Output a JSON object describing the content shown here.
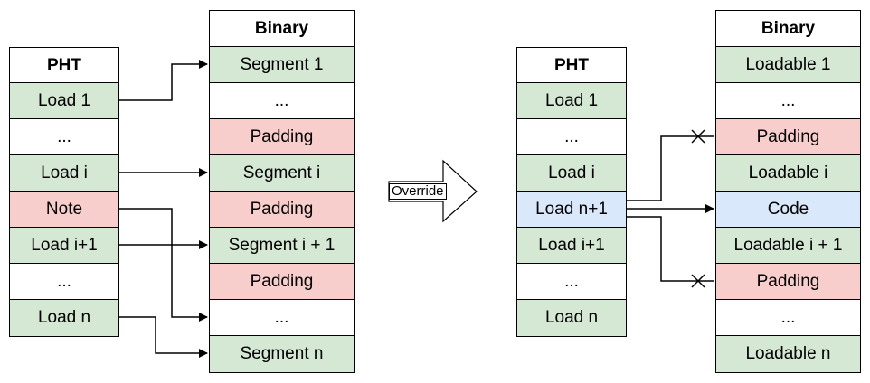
{
  "colors": {
    "green": "#d5e8d4",
    "red": "#f8cecc",
    "blue": "#dae8fc",
    "white": "#ffffff"
  },
  "left": {
    "pht": {
      "header": "PHT",
      "rows": [
        {
          "label": "Load 1",
          "color": "green"
        },
        {
          "label": "...",
          "color": "white"
        },
        {
          "label": "Load i",
          "color": "green"
        },
        {
          "label": "Note",
          "color": "red"
        },
        {
          "label": "Load i+1",
          "color": "green"
        },
        {
          "label": "...",
          "color": "white"
        },
        {
          "label": "Load n",
          "color": "green"
        }
      ]
    },
    "binary": {
      "header": "Binary",
      "rows": [
        {
          "label": "Segment 1",
          "color": "green"
        },
        {
          "label": "...",
          "color": "white"
        },
        {
          "label": "Padding",
          "color": "red"
        },
        {
          "label": "Segment i",
          "color": "green"
        },
        {
          "label": "Padding",
          "color": "red"
        },
        {
          "label": "Segment i + 1",
          "color": "green"
        },
        {
          "label": "Padding",
          "color": "red"
        },
        {
          "label": "...",
          "color": "white"
        },
        {
          "label": "Segment n",
          "color": "green"
        }
      ]
    }
  },
  "override_label": "Override",
  "right": {
    "pht": {
      "header": "PHT",
      "rows": [
        {
          "label": "Load 1",
          "color": "green"
        },
        {
          "label": "...",
          "color": "white"
        },
        {
          "label": "Load i",
          "color": "green"
        },
        {
          "label": "Load n+1",
          "color": "blue"
        },
        {
          "label": "Load i+1",
          "color": "green"
        },
        {
          "label": "...",
          "color": "white"
        },
        {
          "label": "Load n",
          "color": "green"
        }
      ]
    },
    "binary": {
      "header": "Binary",
      "rows": [
        {
          "label": "Loadable 1",
          "color": "green"
        },
        {
          "label": "...",
          "color": "white"
        },
        {
          "label": "Padding",
          "color": "red"
        },
        {
          "label": "Loadable i",
          "color": "green"
        },
        {
          "label": "Code",
          "color": "blue"
        },
        {
          "label": "Loadable i + 1",
          "color": "green"
        },
        {
          "label": "Padding",
          "color": "red"
        },
        {
          "label": "...",
          "color": "white"
        },
        {
          "label": "Loadable n",
          "color": "green"
        }
      ]
    }
  }
}
